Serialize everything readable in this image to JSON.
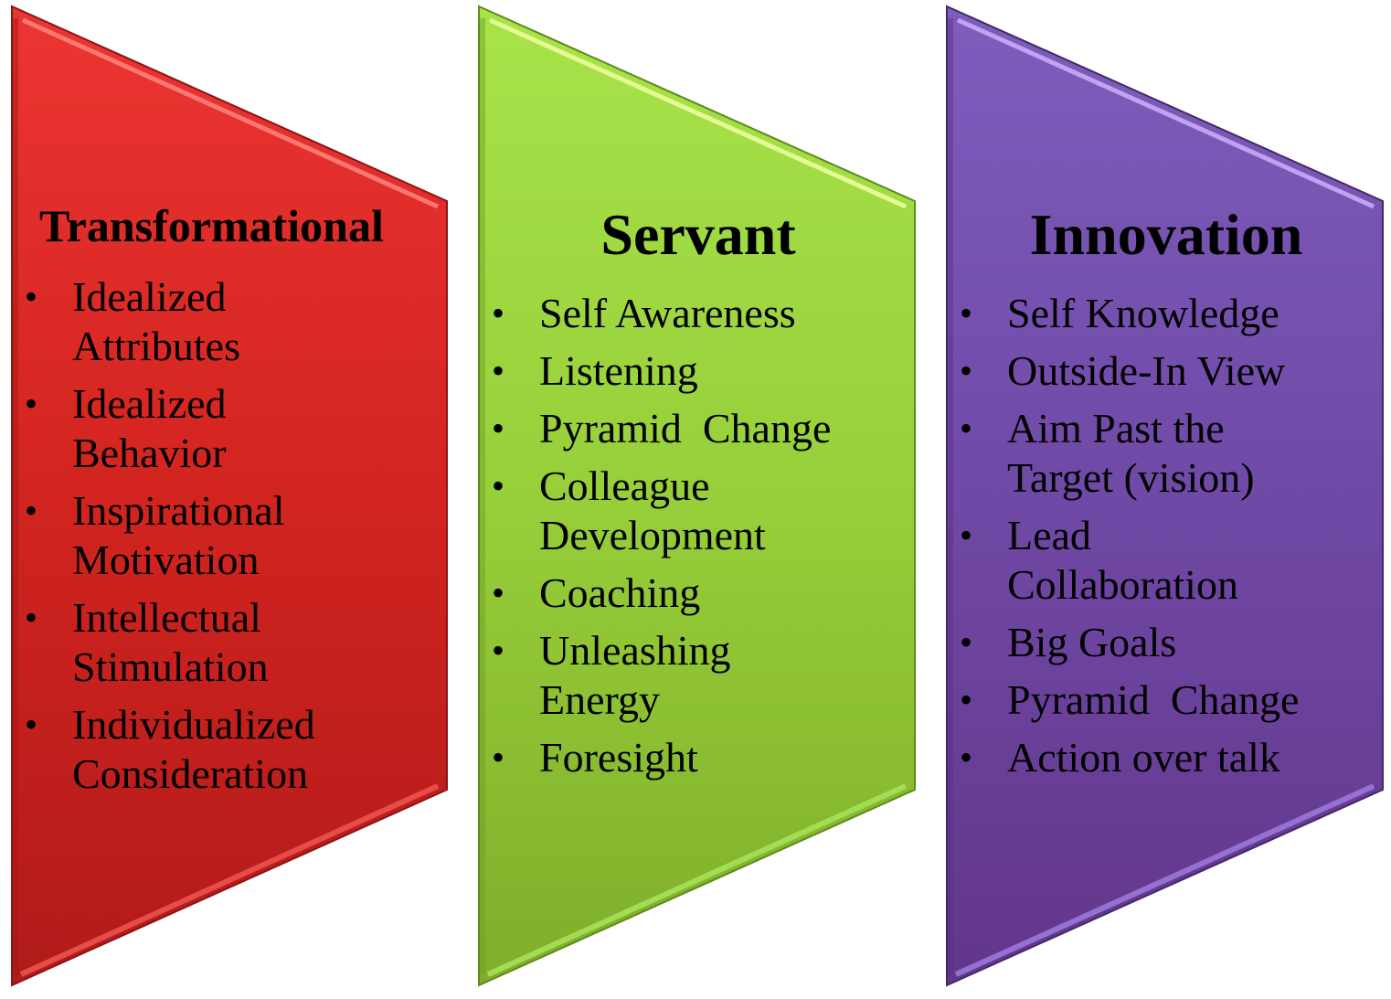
{
  "panels": [
    {
      "title": "Transformational",
      "color_top": "#e8302c",
      "color_bottom": "#b51c1c",
      "edge": "#8a1414",
      "highlight": "#ff6b66",
      "items": [
        "Idealized Attributes",
        "Idealized Behavior",
        "Inspirational Motivation",
        "Intellectual Stimulation",
        "Individualized Consideration"
      ]
    },
    {
      "title": "Servant",
      "color_top": "#a3e044",
      "color_bottom": "#84b62c",
      "edge": "#5e8a1c",
      "highlight": "#e8ff9a",
      "items": [
        "Self Awareness",
        "Listening",
        "Pyramid  Change",
        "Colleague Development",
        "Coaching",
        "Unleashing Energy",
        "Foresight"
      ]
    },
    {
      "title": "Innovation",
      "color_top": "#7c5cba",
      "color_bottom": "#643a8e",
      "edge": "#452768",
      "highlight": "#c7a8ff",
      "items": [
        "Self Knowledge",
        "Outside-In View",
        "Aim Past the Target (vision)",
        "Lead Collaboration",
        "Big Goals",
        "Pyramid  Change",
        "Action over talk"
      ]
    }
  ],
  "bullet_glyph": "•"
}
